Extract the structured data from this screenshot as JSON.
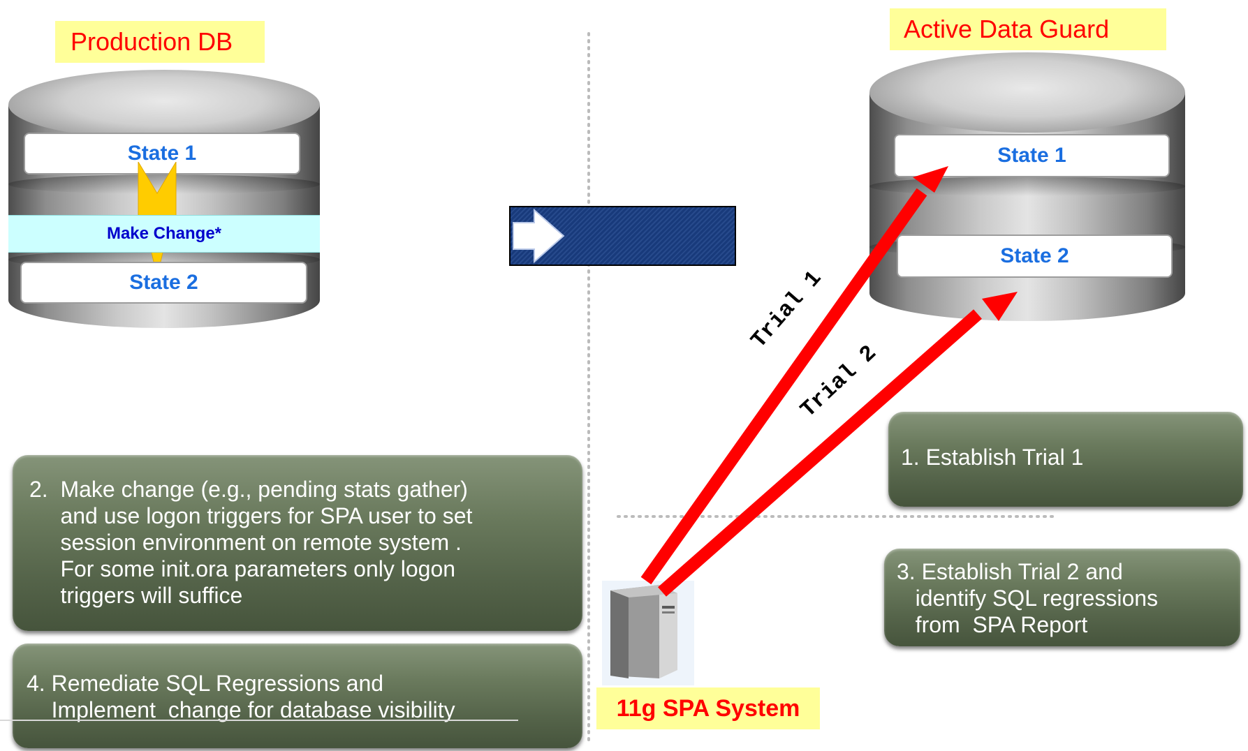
{
  "production_db": {
    "title": "Production DB",
    "state1": "State 1",
    "make_change": "Make Change*",
    "state2": "State 2"
  },
  "adg": {
    "title": "Active Data Guard",
    "state1": "State 1",
    "state2": "State 2"
  },
  "trials": {
    "trial1": "Trial 1",
    "trial2": "Trial 2"
  },
  "steps": {
    "step1": "1. Establish Trial 1",
    "step2_lines": [
      "2.  Make change (e.g., pending stats gather)",
      "     and use logon triggers for SPA user to set",
      "     session environment on remote system .",
      "     For some init.ora parameters only logon",
      "     triggers will suffice"
    ],
    "step3_lines": [
      "3. Establish Trial 2 and",
      "   identify SQL regressions",
      "   from  SPA Report"
    ],
    "step4_lines": [
      "4. Remediate SQL Regressions and",
      "    Implement  change for database visibility"
    ]
  },
  "spa_system": "11g SPA System",
  "colors": {
    "caption_bg": "#ffff99",
    "caption_text": "#ff0000",
    "state_text": "#1a6ee0",
    "trial_arrow": "#ff0000",
    "step_box": "#5e6e52"
  },
  "icons": {
    "server": "server-icon",
    "transfer": "right-arrow-icon"
  }
}
